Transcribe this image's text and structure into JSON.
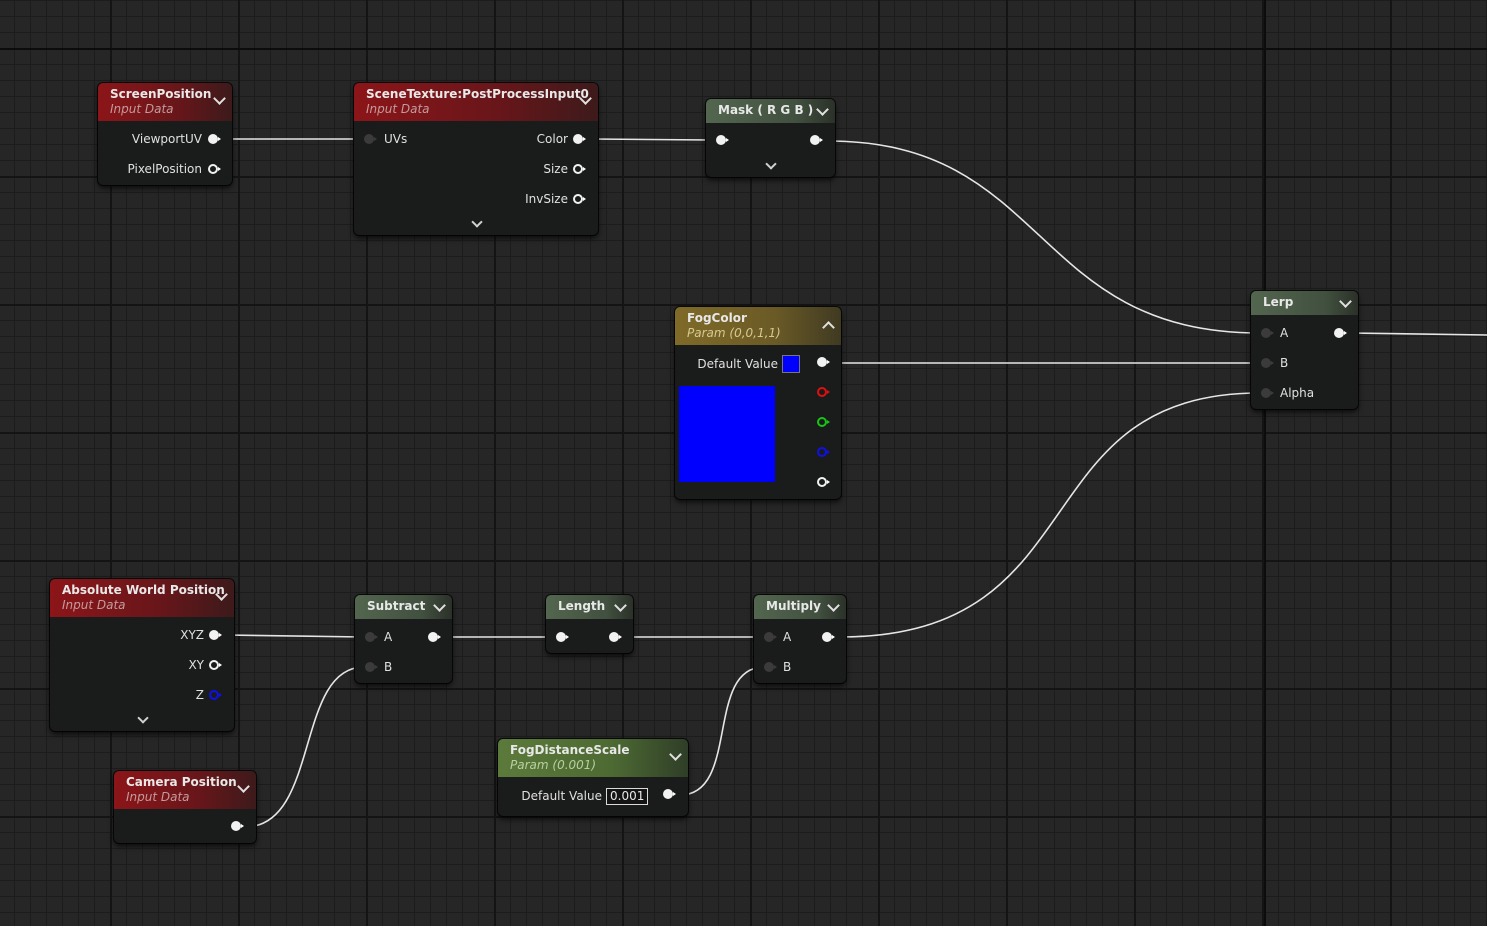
{
  "nodes": {
    "screen_position": {
      "title": "ScreenPosition",
      "subtitle": "Input Data",
      "outputs": [
        "ViewportUV",
        "PixelPosition"
      ]
    },
    "scene_texture": {
      "title": "SceneTexture:PostProcessInput0",
      "subtitle": "Input Data",
      "input": "UVs",
      "outputs": [
        "Color",
        "Size",
        "InvSize"
      ]
    },
    "mask": {
      "title": "Mask ( R G B )"
    },
    "fog_color": {
      "title": "FogColor",
      "subtitle": "Param (0,0,1,1)",
      "default_label": "Default Value",
      "color": "#0000ff"
    },
    "lerp": {
      "title": "Lerp",
      "inputs": [
        "A",
        "B",
        "Alpha"
      ]
    },
    "absolute_world_position": {
      "title": "Absolute World Position",
      "subtitle": "Input Data",
      "outputs": [
        "XYZ",
        "XY",
        "Z"
      ]
    },
    "subtract": {
      "title": "Subtract",
      "inputs": [
        "A",
        "B"
      ]
    },
    "length": {
      "title": "Length"
    },
    "multiply": {
      "title": "Multiply",
      "inputs": [
        "A",
        "B"
      ]
    },
    "camera_position": {
      "title": "Camera Position",
      "subtitle": "Input Data"
    },
    "fog_distance_scale": {
      "title": "FogDistanceScale",
      "subtitle": "Param (0.001)",
      "default_label": "Default Value",
      "default_value": "0.001"
    }
  },
  "colors": {
    "input_header": "#8c1519",
    "param_header": "#7f6a28",
    "scalar_param_header": "#5b7a3a",
    "math_header": "#53664f",
    "wire": "#e6e6e6",
    "pin_red": "#e01010",
    "pin_green": "#16c516",
    "pin_blue": "#1010e8"
  }
}
